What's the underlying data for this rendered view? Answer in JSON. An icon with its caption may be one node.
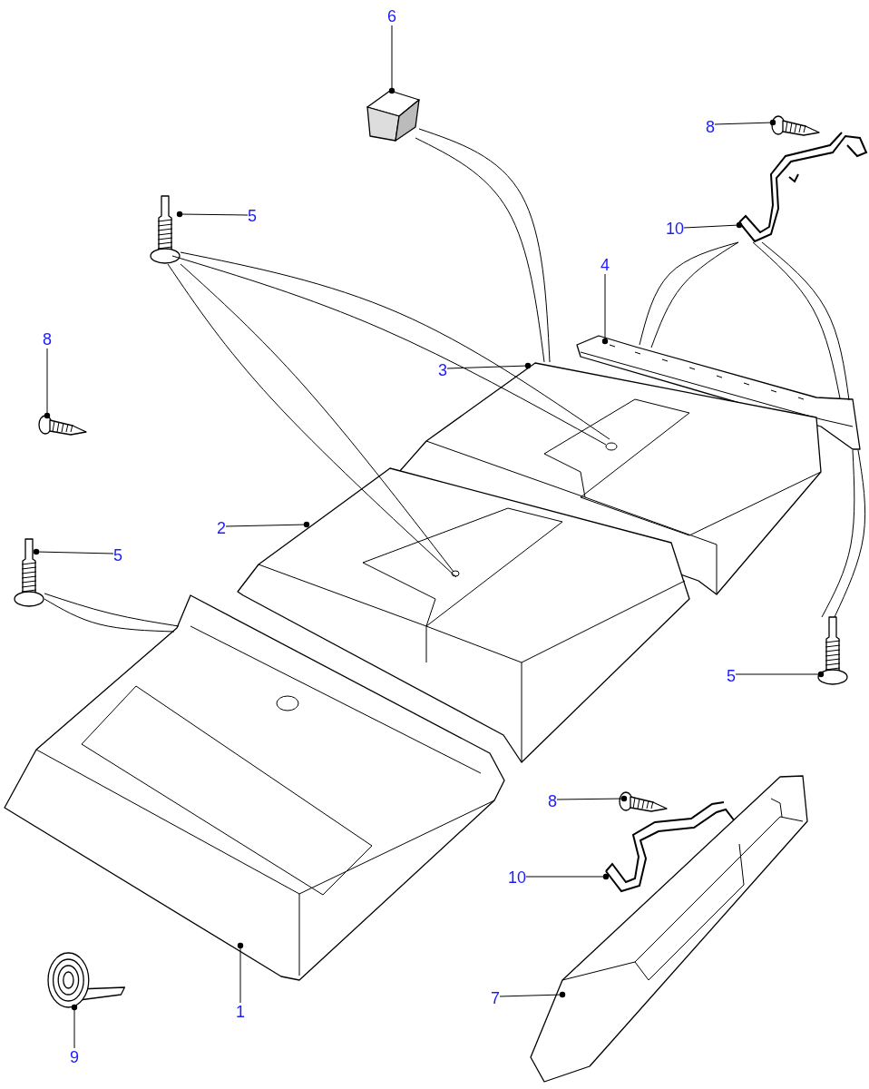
{
  "diagram": {
    "nodes": [
      {
        "text": [
          "6"
        ]
      },
      {
        "text": [
          "8"
        ]
      },
      {
        "text": [
          "5"
        ]
      },
      {
        "text": [
          "10"
        ]
      },
      {
        "text": [
          "4"
        ]
      },
      {
        "text": [
          "3"
        ]
      },
      {
        "text": [
          "8"
        ]
      },
      {
        "text": [
          "2"
        ]
      },
      {
        "text": [
          "5"
        ]
      },
      {
        "text": [
          "5"
        ]
      },
      {
        "text": [
          "8"
        ]
      },
      {
        "text": [
          "10"
        ]
      },
      {
        "text": [
          "7"
        ]
      },
      {
        "text": [
          "9"
        ]
      },
      {
        "text": [
          "1"
        ]
      },
      {
        "text": [],
        "shape": "picture"
      },
      {
        "text": [],
        "shape": "picture"
      },
      {
        "text": [],
        "shape": "picture"
      },
      {
        "text": [],
        "shape": "picture"
      },
      {
        "text": [],
        "shape": "picture"
      },
      {
        "text": [],
        "shape": "picture"
      },
      {
        "text": [],
        "shape": "picture"
      },
      {
        "text": [],
        "shape": "picture"
      },
      {
        "text": [],
        "shape": "picture"
      },
      {
        "text": [],
        "shape": "picture"
      },
      {
        "text": [],
        "shape": "picture"
      },
      {
        "text": [],
        "shape": "picture"
      },
      {
        "text": [],
        "shape": "picture"
      },
      {
        "text": [],
        "shape": "picture"
      },
      {
        "text": [],
        "shape": "picture"
      }
    ],
    "edges": [
      {
        "from": 0,
        "to": 15,
        "arrow": "other"
      },
      {
        "from": 1,
        "to": 16,
        "arrow": "other"
      },
      {
        "from": 2,
        "to": 17,
        "arrow": "other"
      },
      {
        "from": 3,
        "to": 18,
        "arrow": "other"
      },
      {
        "from": 4,
        "to": 19,
        "arrow": "other"
      },
      {
        "from": 5,
        "to": 20,
        "arrow": "other"
      },
      {
        "from": 6,
        "to": 21,
        "arrow": "other"
      },
      {
        "from": 7,
        "to": 22,
        "arrow": "other"
      },
      {
        "from": 8,
        "to": 23,
        "arrow": "other"
      },
      {
        "from": 9,
        "to": 24,
        "arrow": "other"
      },
      {
        "from": 10,
        "to": 25,
        "arrow": "other"
      },
      {
        "from": 11,
        "to": 26,
        "arrow": "other"
      },
      {
        "from": 12,
        "to": 27,
        "arrow": "other"
      },
      {
        "from": 13,
        "to": 28,
        "arrow": "other"
      },
      {
        "from": 14,
        "to": 29,
        "arrow": "other"
      },
      {
        "from": 15,
        "to": 20,
        "arrow": "none"
      },
      {
        "from": 15,
        "to": 20,
        "arrow": "none"
      },
      {
        "from": 18,
        "to": 19,
        "arrow": "none"
      },
      {
        "from": 18,
        "to": 19,
        "arrow": "none"
      },
      {
        "from": 18,
        "to": 19,
        "arrow": "none"
      },
      {
        "from": 18,
        "to": 19,
        "arrow": "none"
      },
      {
        "from": 17,
        "to": 20,
        "arrow": "none"
      },
      {
        "from": 17,
        "to": 20,
        "arrow": "none"
      },
      {
        "from": 17,
        "to": 22,
        "arrow": "none"
      },
      {
        "from": 17,
        "to": 22,
        "arrow": "none"
      },
      {
        "from": 23,
        "to": 29,
        "arrow": "none"
      },
      {
        "from": 23,
        "to": 29,
        "arrow": "none"
      },
      {
        "from": 24,
        "to": 19,
        "arrow": "none"
      },
      {
        "from": 24,
        "to": 19,
        "arrow": "none"
      }
    ]
  }
}
